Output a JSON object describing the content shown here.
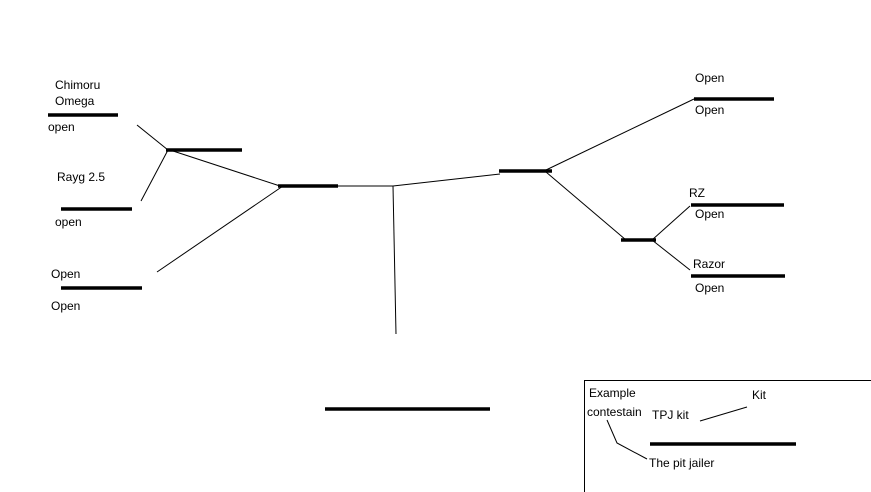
{
  "colors": {
    "ink": "#000000",
    "background": "#ffffff"
  },
  "bracket": {
    "left": {
      "slot1": {
        "name_line1": "Chimoru",
        "name_line2": "Omega",
        "status": "open"
      },
      "slot2": {
        "name": "Rayg 2.5",
        "status": "open"
      },
      "slot3": {
        "name": "Open",
        "status": "Open"
      }
    },
    "right": {
      "slot1": {
        "name": "Open",
        "status": "Open"
      },
      "slot2": {
        "name": "RZ",
        "status": "Open"
      },
      "slot3": {
        "name": "Razor",
        "status": "Open"
      }
    }
  },
  "legend": {
    "title": "Example",
    "contestant_label": "contestain",
    "kit_text": "TPJ kit",
    "kit_label": "Kit",
    "robot_name": "The pit jailer"
  }
}
